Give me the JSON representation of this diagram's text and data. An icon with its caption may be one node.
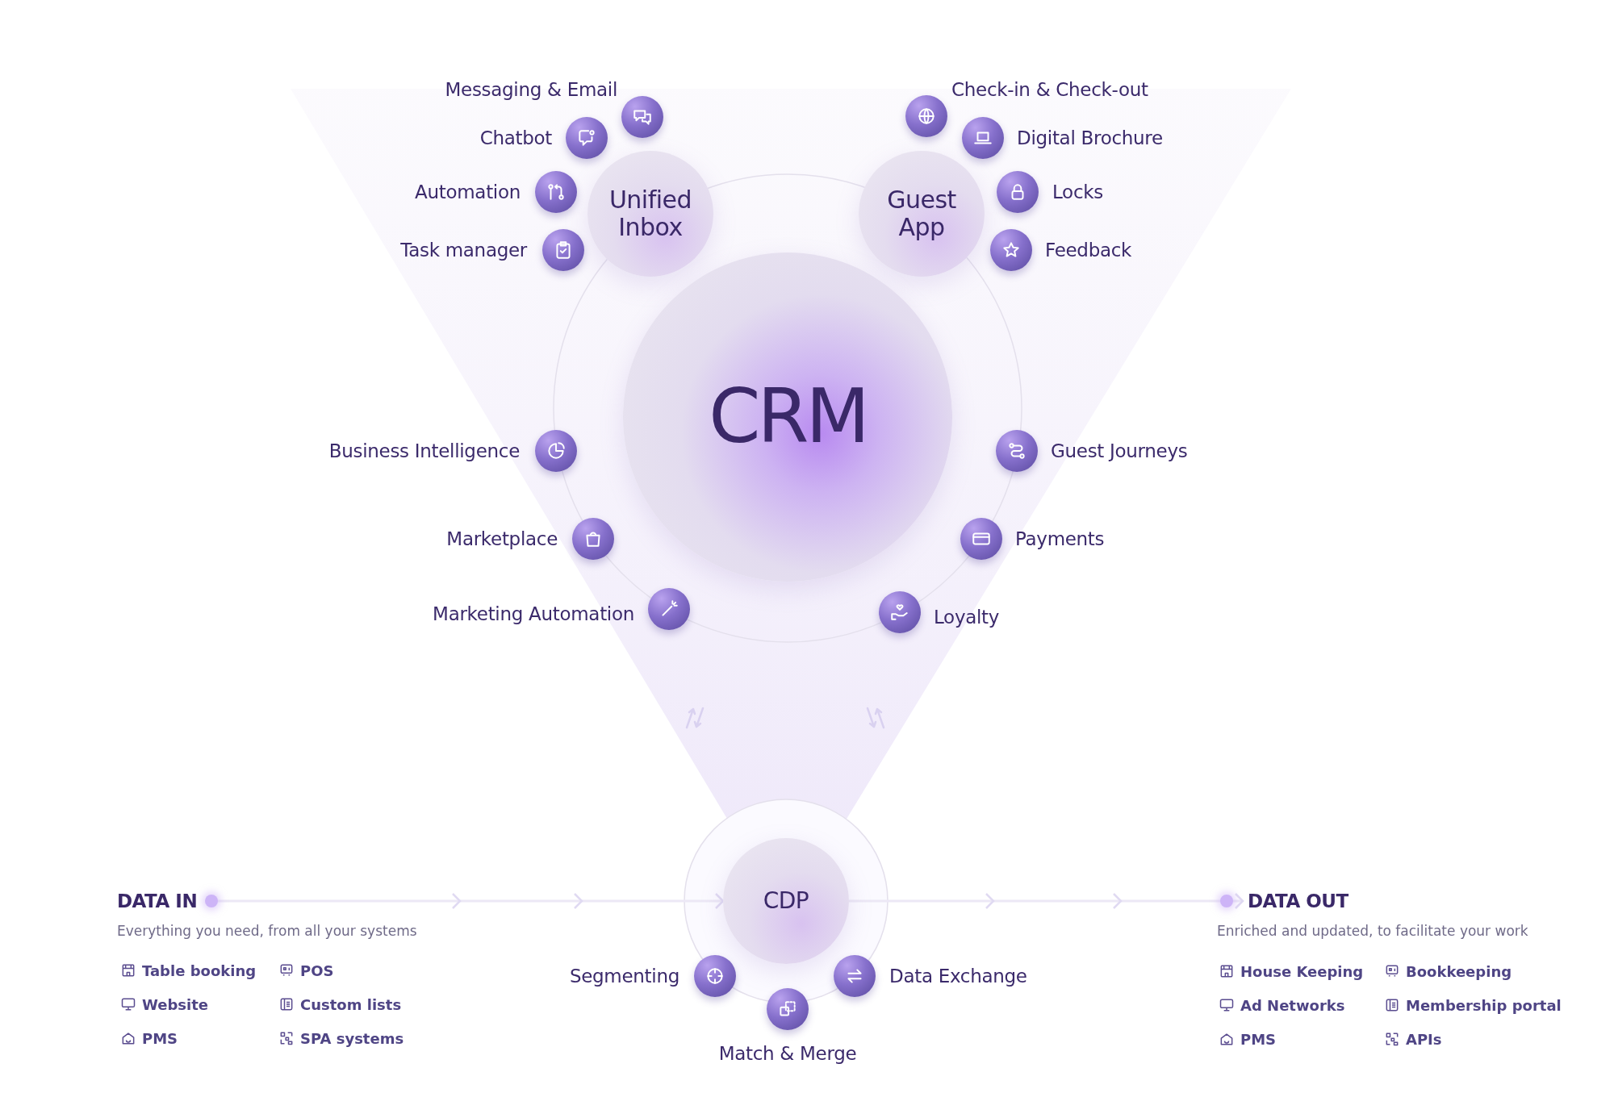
{
  "diagram": {
    "nodes": [
      {
        "text": [
          "Unified Inbox"
        ]
      },
      {
        "text": [
          "Guest App"
        ]
      },
      {
        "text": [
          "CRM"
        ]
      },
      {
        "text": [],
        "shape": "circle",
        "beside": [
          "Messaging & Email"
        ]
      },
      {
        "text": [],
        "shape": "circle",
        "beside": [
          "Chatbot"
        ]
      },
      {
        "text": [],
        "shape": "circle",
        "beside": [
          "Automation"
        ]
      },
      {
        "text": [],
        "shape": "circle",
        "beside": [
          "Task manager"
        ]
      },
      {
        "text": [],
        "shape": "circle",
        "beside": [
          "Check-in & Check-out"
        ]
      },
      {
        "text": [],
        "shape": "circle",
        "beside": [
          "Digital Brochure"
        ]
      },
      {
        "text": [],
        "shape": "circle",
        "beside": [
          "Locks"
        ]
      },
      {
        "text": [],
        "shape": "circle",
        "beside": [
          "Feedback"
        ]
      },
      {
        "text": [],
        "shape": "circle",
        "beside": [
          "Business Intelligence"
        ]
      },
      {
        "text": [],
        "shape": "circle",
        "beside": [
          "Guest Journeys"
        ]
      },
      {
        "text": [],
        "shape": "circle",
        "beside": [
          "Marketplace"
        ]
      },
      {
        "text": [],
        "shape": "circle",
        "beside": [
          "Payments"
        ]
      },
      {
        "text": [],
        "shape": "circle",
        "beside": [
          "Marketing Automation"
        ]
      },
      {
        "text": [],
        "shape": "circle",
        "beside": [
          "Loyalty"
        ]
      },
      {
        "text": [
          "DATA IN"
        ]
      },
      {
        "text": [
          "CDP"
        ]
      },
      {
        "text": [
          "DATA OUT"
        ]
      },
      {
        "text": [],
        "shape": "circle",
        "beside": [
          "Segmenting"
        ]
      },
      {
        "text": [],
        "shape": "circle",
        "beside": [
          "Data Exchange"
        ]
      },
      {
        "text": [],
        "shape": "circle",
        "beside": [
          "Match & Merge"
        ]
      }
    ],
    "edges": [
      {
        "from": 17,
        "to": 18,
        "arrow": "to"
      },
      {
        "from": 18,
        "to": 19,
        "arrow": "to"
      }
    ],
    "labels": [
      "Everything you need, from all your systems",
      "Table booking",
      "POS",
      "Website",
      "Custom lists",
      "PMS",
      "SPA systems",
      "Enriched and updated, to facilitate your work",
      "House Keeping",
      "Bookkeeping",
      "Ad Networks",
      "Membership portal",
      "PMS",
      "APIs"
    ]
  }
}
